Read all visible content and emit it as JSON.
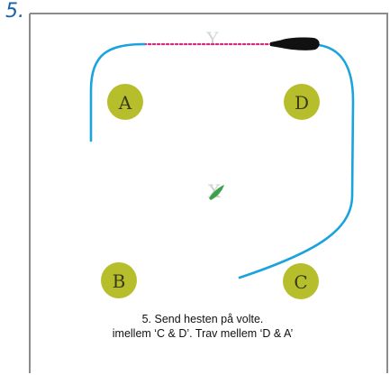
{
  "step": {
    "number": "5."
  },
  "arena": {
    "border_color": "#8c8c8c",
    "path_color": "#1aa3dd",
    "marker_color": "#b6bf2b",
    "markers": [
      {
        "id": "A",
        "label": "A"
      },
      {
        "id": "D",
        "label": "D"
      },
      {
        "id": "B",
        "label": "B"
      },
      {
        "id": "C",
        "label": "C"
      }
    ],
    "top_label": "Y",
    "center_label": "X",
    "center_icon": "green-leaf-icon",
    "horse_icon": "horse-icon"
  },
  "caption": {
    "line1": "5. Send hesten på volte.",
    "line2": "imellem ‘C & D’.  Trav mellem ‘D & A’"
  }
}
